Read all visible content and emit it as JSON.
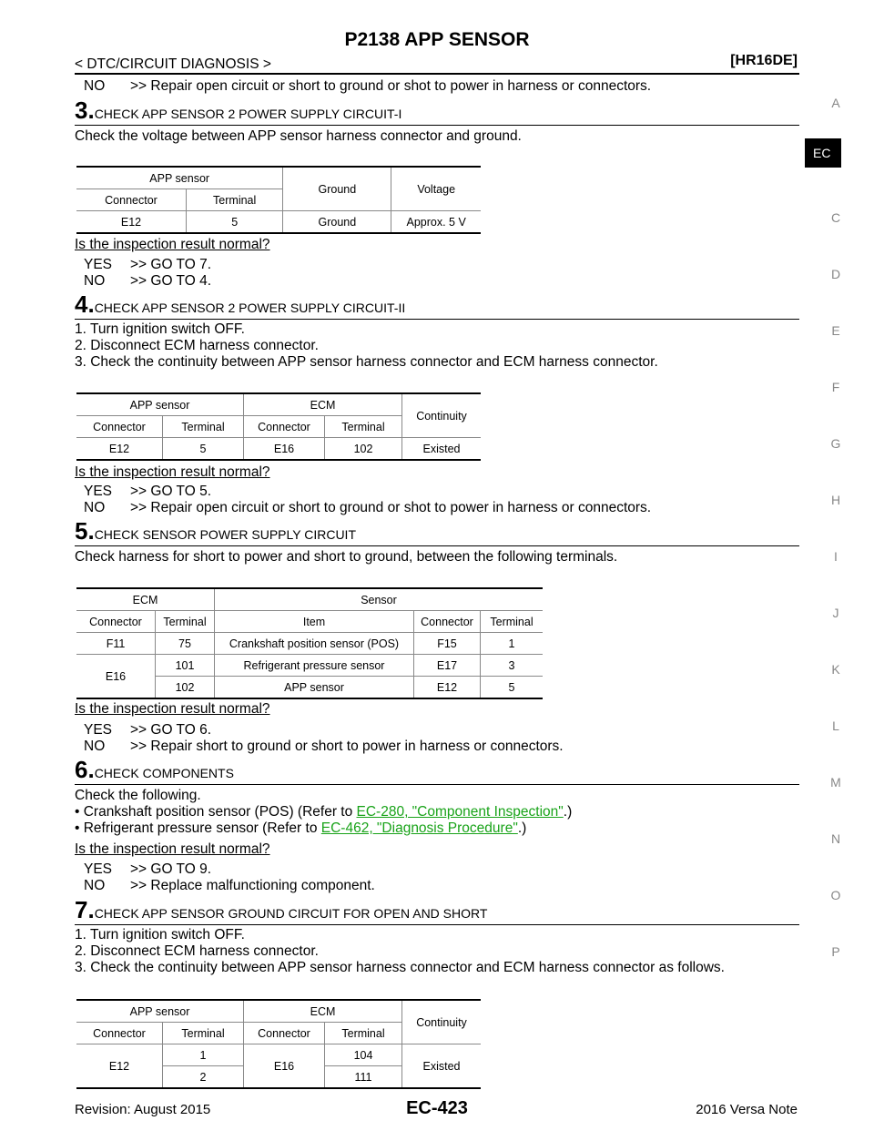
{
  "header": {
    "title": "P2138 APP SENSOR",
    "breadcrumb": "< DTC/CIRCUIT DIAGNOSIS >",
    "model": "[HR16DE]"
  },
  "top_line": "NO      >> Repair open circuit or short to ground or shot to power in harness or connectors.",
  "steps": [
    {
      "num": "3.",
      "title": "CHECK APP SENSOR 2 POWER SUPPLY CIRCUIT-I",
      "body": [
        "Check the voltage between APP sensor harness connector and ground."
      ],
      "table": {
        "h1": [
          "APP sensor",
          "Ground",
          "Voltage"
        ],
        "h2": [
          "Connector",
          "Terminal"
        ],
        "row": [
          "E12",
          "5",
          "Ground",
          "Approx. 5 V"
        ]
      },
      "question": "Is the inspection result normal?",
      "answers": [
        [
          "YES",
          ">> GO TO 7."
        ],
        [
          "NO",
          ">> GO TO 4."
        ]
      ]
    },
    {
      "num": "4.",
      "title": "CHECK APP SENSOR 2 POWER SUPPLY CIRCUIT-II",
      "body": [
        "1.  Turn ignition switch OFF.",
        "2.  Disconnect ECM harness connector.",
        "3.  Check the continuity between APP sensor harness connector and ECM harness connector."
      ],
      "table": {
        "h1": [
          "APP sensor",
          "ECM",
          "Continuity"
        ],
        "h2": [
          "Connector",
          "Terminal",
          "Connector",
          "Terminal"
        ],
        "row": [
          "E12",
          "5",
          "E16",
          "102",
          "Existed"
        ]
      },
      "question": "Is the inspection result normal?",
      "answers": [
        [
          "YES",
          ">> GO TO 5."
        ],
        [
          "NO",
          ">> Repair open circuit or short to ground or shot to power in harness or connectors."
        ]
      ]
    },
    {
      "num": "5.",
      "title": "CHECK SENSOR POWER SUPPLY CIRCUIT",
      "body": [
        "Check harness for short to power and short to ground, between the following terminals."
      ],
      "table": {
        "h1": [
          "ECM",
          "Sensor"
        ],
        "h2": [
          "Connector",
          "Terminal",
          "Item",
          "Connector",
          "Terminal"
        ],
        "rows": [
          [
            "F11",
            "75",
            "Crankshaft position sensor (POS)",
            "F15",
            "1"
          ],
          [
            "E16",
            "101",
            "Refrigerant pressure sensor",
            "E17",
            "3"
          ],
          [
            "",
            "102",
            "APP sensor",
            "E12",
            "5"
          ]
        ]
      },
      "question": "Is the inspection result normal?",
      "answers": [
        [
          "YES",
          ">> GO TO 6."
        ],
        [
          "NO",
          ">> Repair short to ground or short to power in harness or connectors."
        ]
      ]
    },
    {
      "num": "6.",
      "title": "CHECK COMPONENTS",
      "body": [
        "Check the following."
      ],
      "bullets": [
        {
          "pre": "•  Crankshaft position sensor (POS) (Refer to ",
          "link": "EC-280, \"Component Inspection\"",
          "post": ".)"
        },
        {
          "pre": "•  Refrigerant pressure sensor (Refer to ",
          "link": "EC-462, \"Diagnosis Procedure\"",
          "post": ".)"
        }
      ],
      "question": "Is the inspection result normal?",
      "answers": [
        [
          "YES",
          ">> GO TO 9."
        ],
        [
          "NO",
          ">> Replace malfunctioning component."
        ]
      ]
    },
    {
      "num": "7.",
      "title": "CHECK APP SENSOR GROUND CIRCUIT FOR OPEN AND SHORT",
      "body": [
        "1.  Turn ignition switch OFF.",
        "2.  Disconnect ECM harness connector.",
        "3.  Check the continuity between APP sensor harness connector and ECM harness connector as follows."
      ],
      "table": {
        "h1": [
          "APP sensor",
          "ECM",
          "Continuity"
        ],
        "h2": [
          "Connector",
          "Terminal",
          "Connector",
          "Terminal"
        ],
        "rows": [
          [
            "E12",
            "1",
            "E16",
            "104",
            "Existed"
          ],
          [
            "",
            "2",
            "",
            "111",
            ""
          ]
        ]
      }
    }
  ],
  "side_index": [
    "A",
    "EC",
    "C",
    "D",
    "E",
    "F",
    "G",
    "H",
    "I",
    "J",
    "K",
    "L",
    "M",
    "N",
    "O",
    "P"
  ],
  "side_active": "EC",
  "footer": {
    "revision": "Revision: August 2015",
    "page": "EC-423",
    "edition": "2016 Versa Note"
  },
  "colors": {
    "link": "#19a319",
    "side_active_bg": "#000000"
  }
}
